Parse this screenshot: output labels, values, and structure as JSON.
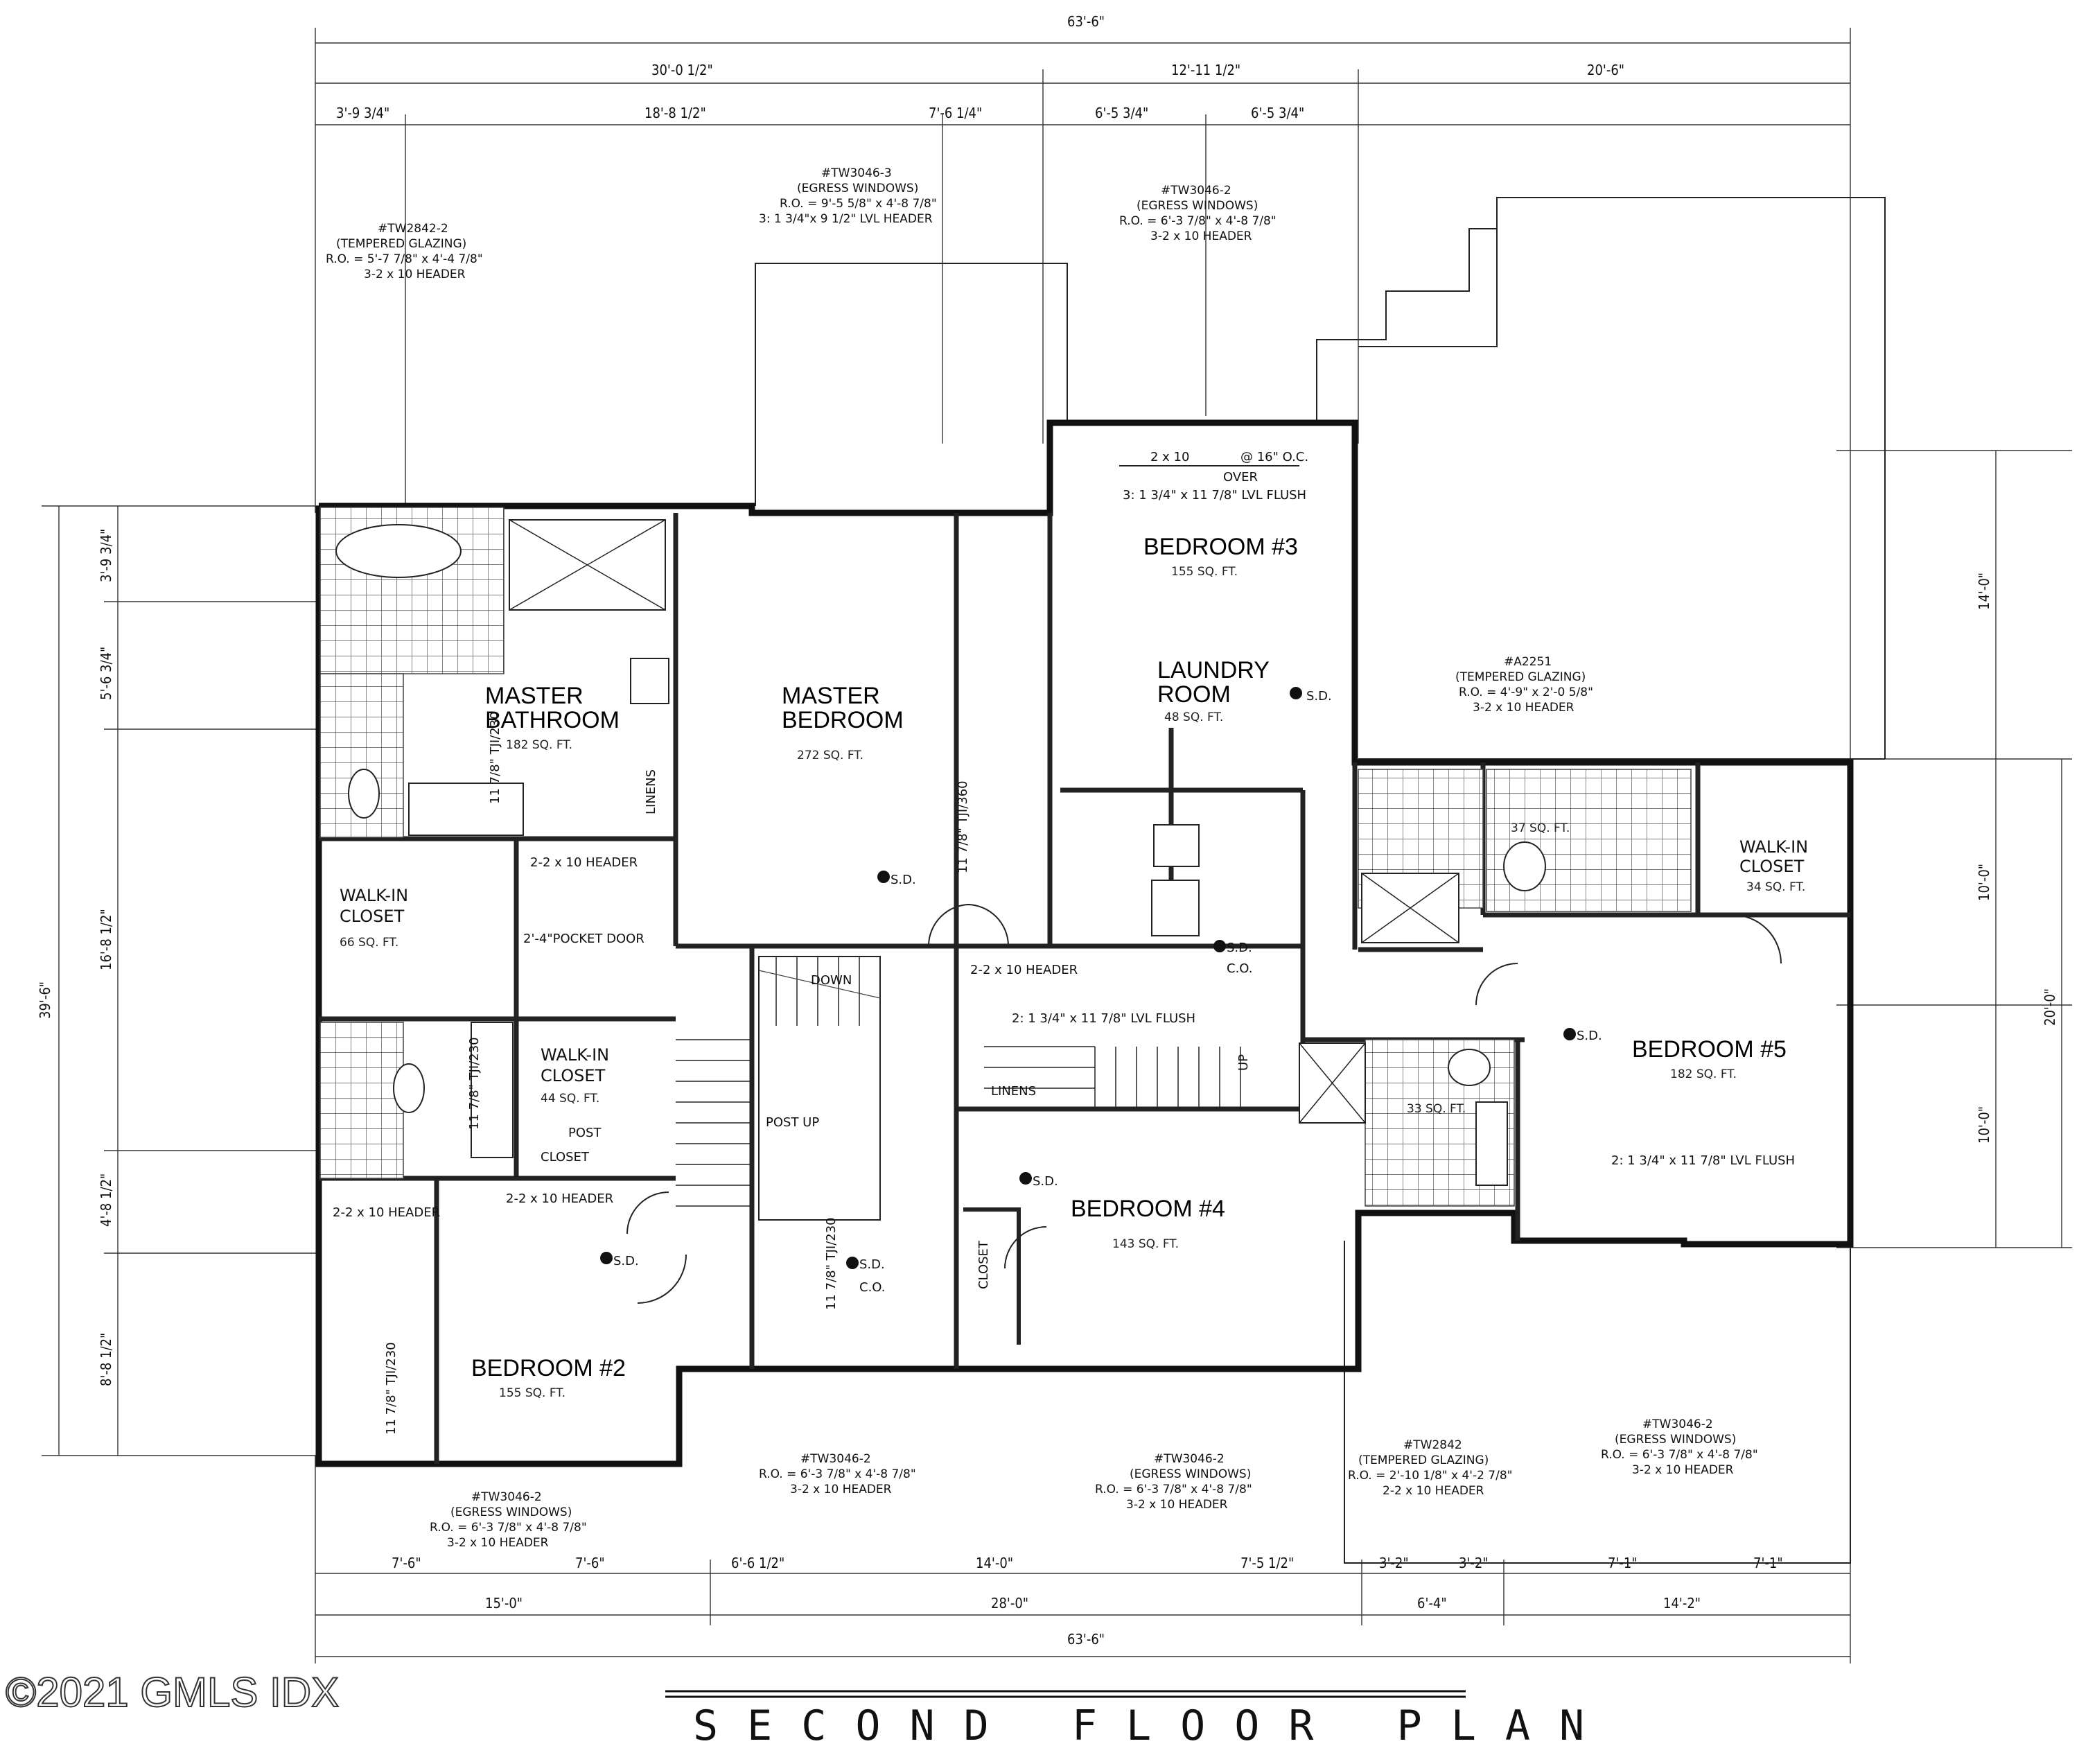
{
  "title": "SECOND FLOOR PLAN",
  "watermark": "©2021 GMLS IDX",
  "dims": {
    "total_top": "63'-6\"",
    "top_1": "30'-0 1/2\"",
    "top_2": "12'-11 1/2\"",
    "top_3": "20'-6\"",
    "sub_a": "3'-9 3/4\"",
    "sub_b": "18'-8 1/2\"",
    "sub_c": "7'-6 1/4\"",
    "sub_d": "6'-5 3/4\"",
    "sub_e": "6'-5 3/4\"",
    "total_bottom": "63'-6\"",
    "bot_1": "15'-0\"",
    "bot_2": "28'-0\"",
    "bot_3": "6'-4\"",
    "bot_4": "14'-2\"",
    "bsub_a": "7'-6\"",
    "bsub_b": "7'-6\"",
    "bsub_c": "6'-6 1/2\"",
    "bsub_d": "14'-0\"",
    "bsub_e": "7'-5 1/2\"",
    "bsub_f": "3'-2\"",
    "bsub_g": "3'-2\"",
    "bsub_h": "7'-1\"",
    "bsub_i": "7'-1\"",
    "left_total": "39'-6\"",
    "left_1": "3'-9 3/4\"",
    "left_2": "5'-6 3/4\"",
    "left_3": "16'-8 1/2\"",
    "left_4": "4'-8 1/2\"",
    "left_5": "8'-8 1/2\"",
    "right_1": "14'-0\"",
    "right_2": "20'-0\"",
    "right_3": "10'-0\"",
    "right_4": "10'-0\""
  },
  "rooms": {
    "master_bath": {
      "line1": "MASTER",
      "line2": "BATHROOM",
      "area": "182 SQ. FT."
    },
    "master_bed": {
      "line1": "MASTER",
      "line2": "BEDROOM",
      "area": "272 SQ. FT."
    },
    "bed3": {
      "name": "BEDROOM #3",
      "area": "155 SQ. FT."
    },
    "laundry": {
      "line1": "LAUNDRY",
      "line2": "ROOM",
      "area": "48 SQ. FT."
    },
    "bed2": {
      "name": "BEDROOM #2",
      "area": "155 SQ. FT."
    },
    "bed4": {
      "name": "BEDROOM #4",
      "area": "143 SQ. FT."
    },
    "bed5": {
      "name": "BEDROOM #5",
      "area": "182 SQ. FT."
    },
    "wic1": {
      "line1": "WALK-IN",
      "line2": "CLOSET",
      "area": "66 SQ. FT."
    },
    "wic2": {
      "line1": "WALK-IN",
      "line2": "CLOSET",
      "area": "44 SQ. FT."
    },
    "wic3": {
      "line1": "WALK-IN",
      "line2": "CLOSET",
      "area": "34 SQ. FT."
    },
    "bath_r": {
      "area": "37 SQ. FT."
    },
    "bath_c": {
      "area": "33 SQ. FT."
    },
    "closet": "CLOSET",
    "linens": "LINENS",
    "down": "DOWN",
    "up": "UP"
  },
  "callouts": {
    "w_top_left": [
      "#TW2842-2",
      "(TEMPERED GLAZING)",
      "R.O. = 5'-7 7/8\" x 4'-4 7/8\"",
      "3-2 x 10 HEADER"
    ],
    "w_top_mid": [
      "#TW3046-3",
      "(EGRESS WINDOWS)",
      "R.O. = 9'-5 5/8\" x 4'-8 7/8\"",
      "3: 1 3/4\"x 9 1/2\" LVL HEADER"
    ],
    "w_top_right": [
      "#TW3046-2",
      "(EGRESS WINDOWS)",
      "R.O. = 6'-3 7/8\" x 4'-8 7/8\"",
      "3-2 x 10 HEADER"
    ],
    "w_a2251": [
      "#A2251",
      "(TEMPERED GLAZING)",
      "R.O. = 4'-9\" x 2'-0 5/8\"",
      "3-2 x 10 HEADER"
    ],
    "w_bot_left": [
      "#TW3046-2",
      "(EGRESS WINDOWS)",
      "R.O. = 6'-3 7/8\" x 4'-8 7/8\"",
      "3-2 x 10 HEADER"
    ],
    "w_bot_mid1": [
      "#TW3046-2",
      "R.O. = 6'-3 7/8\" x 4'-8 7/8\"",
      "3-2 x 10 HEADER"
    ],
    "w_bot_mid2": [
      "#TW3046-2",
      "(EGRESS WINDOWS)",
      "R.O. = 6'-3 7/8\" x 4'-8 7/8\"",
      "3-2 x 10 HEADER"
    ],
    "w_bot_tw2842": [
      "#TW2842",
      "(TEMPERED GLAZING)",
      "R.O. = 2'-10 1/8\" x 4'-2 7/8\"",
      "2-2 x 10 HEADER"
    ],
    "w_bot_right": [
      "#TW3046-2",
      "(EGRESS WINDOWS)",
      "R.O. = 6'-3 7/8\" x 4'-8 7/8\"",
      "3-2 x 10 HEADER"
    ]
  },
  "notes": {
    "joist_top": "2 x 10",
    "joist_oc": "@ 16\" O.C.",
    "over": "OVER",
    "lvl_flush": "3: 1 3/4\" x 11 7/8\" LVL FLUSH",
    "lvl_flush2": "2: 1 3/4\" x 11 7/8\" LVL FLUSH",
    "header_22": "2-2 x 10 HEADER",
    "pocket": "2'-4\"POCKET DOOR",
    "sd": "S.D.",
    "co": "C.O.",
    "post_up": "POST UP",
    "post": "POST",
    "tji": "11 7/8\" TJI/230",
    "tji360": "11 7/8\" TJI/360"
  }
}
